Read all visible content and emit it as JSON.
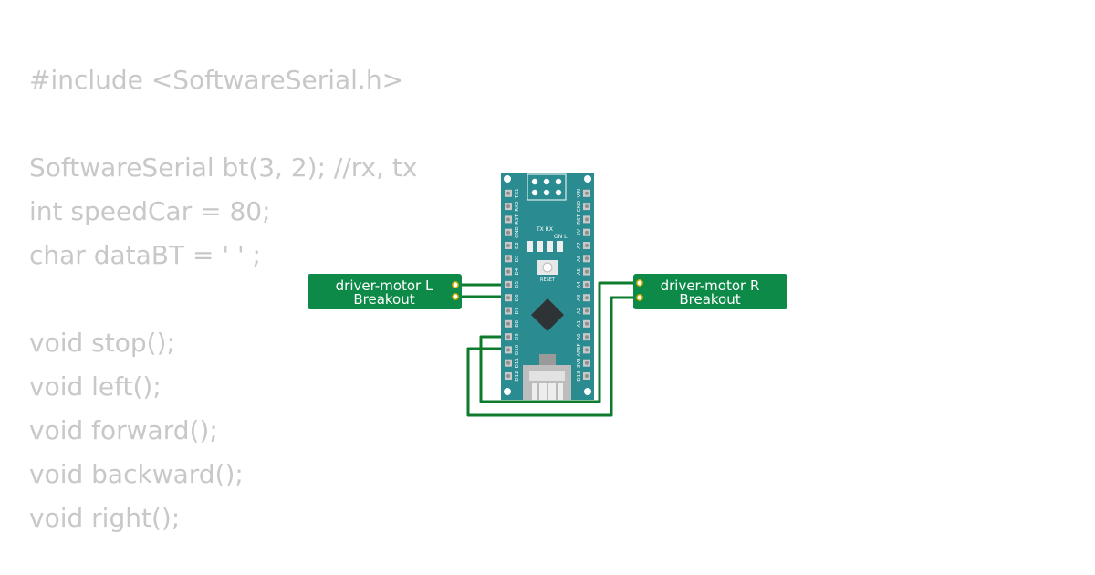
{
  "code": {
    "lines": [
      "#include <SoftwareSerial.h>",
      "",
      "SoftwareSerial bt(3, 2); //rx, tx",
      "int speedCar = 80;",
      "char dataBT = ' ' ;",
      "",
      "void stop();",
      "void left();",
      "void forward();",
      "void backward();",
      "void right();"
    ]
  },
  "board": {
    "left_pins": [
      "D12",
      "D11",
      "D10",
      "D9",
      "D8",
      "D7",
      "D6",
      "D5",
      "D4",
      "D3",
      "D2",
      "GND",
      "RST",
      "RX0",
      "TX1"
    ],
    "right_pins": [
      "D13",
      "3V3",
      "AREF",
      "A0",
      "A1",
      "A2",
      "A3",
      "A4",
      "A5",
      "A6",
      "A7",
      "5V",
      "RST",
      "GND",
      "VIN"
    ],
    "led_labels": {
      "tx_rx": "TX RX",
      "on_l": "ON  L"
    },
    "reset_label": "RESET",
    "colors": {
      "pcb": "#2a8c91",
      "pin": "#c9c9c9",
      "chip": "#2e3436",
      "usb": "#bdbdbd"
    }
  },
  "breakouts": {
    "left": {
      "title": "driver-motor L",
      "subtitle": "Breakout"
    },
    "right": {
      "title": "driver-motor R",
      "subtitle": "Breakout"
    },
    "color": "#0d8a47"
  },
  "wires": {
    "color": "#0e7a2c"
  }
}
